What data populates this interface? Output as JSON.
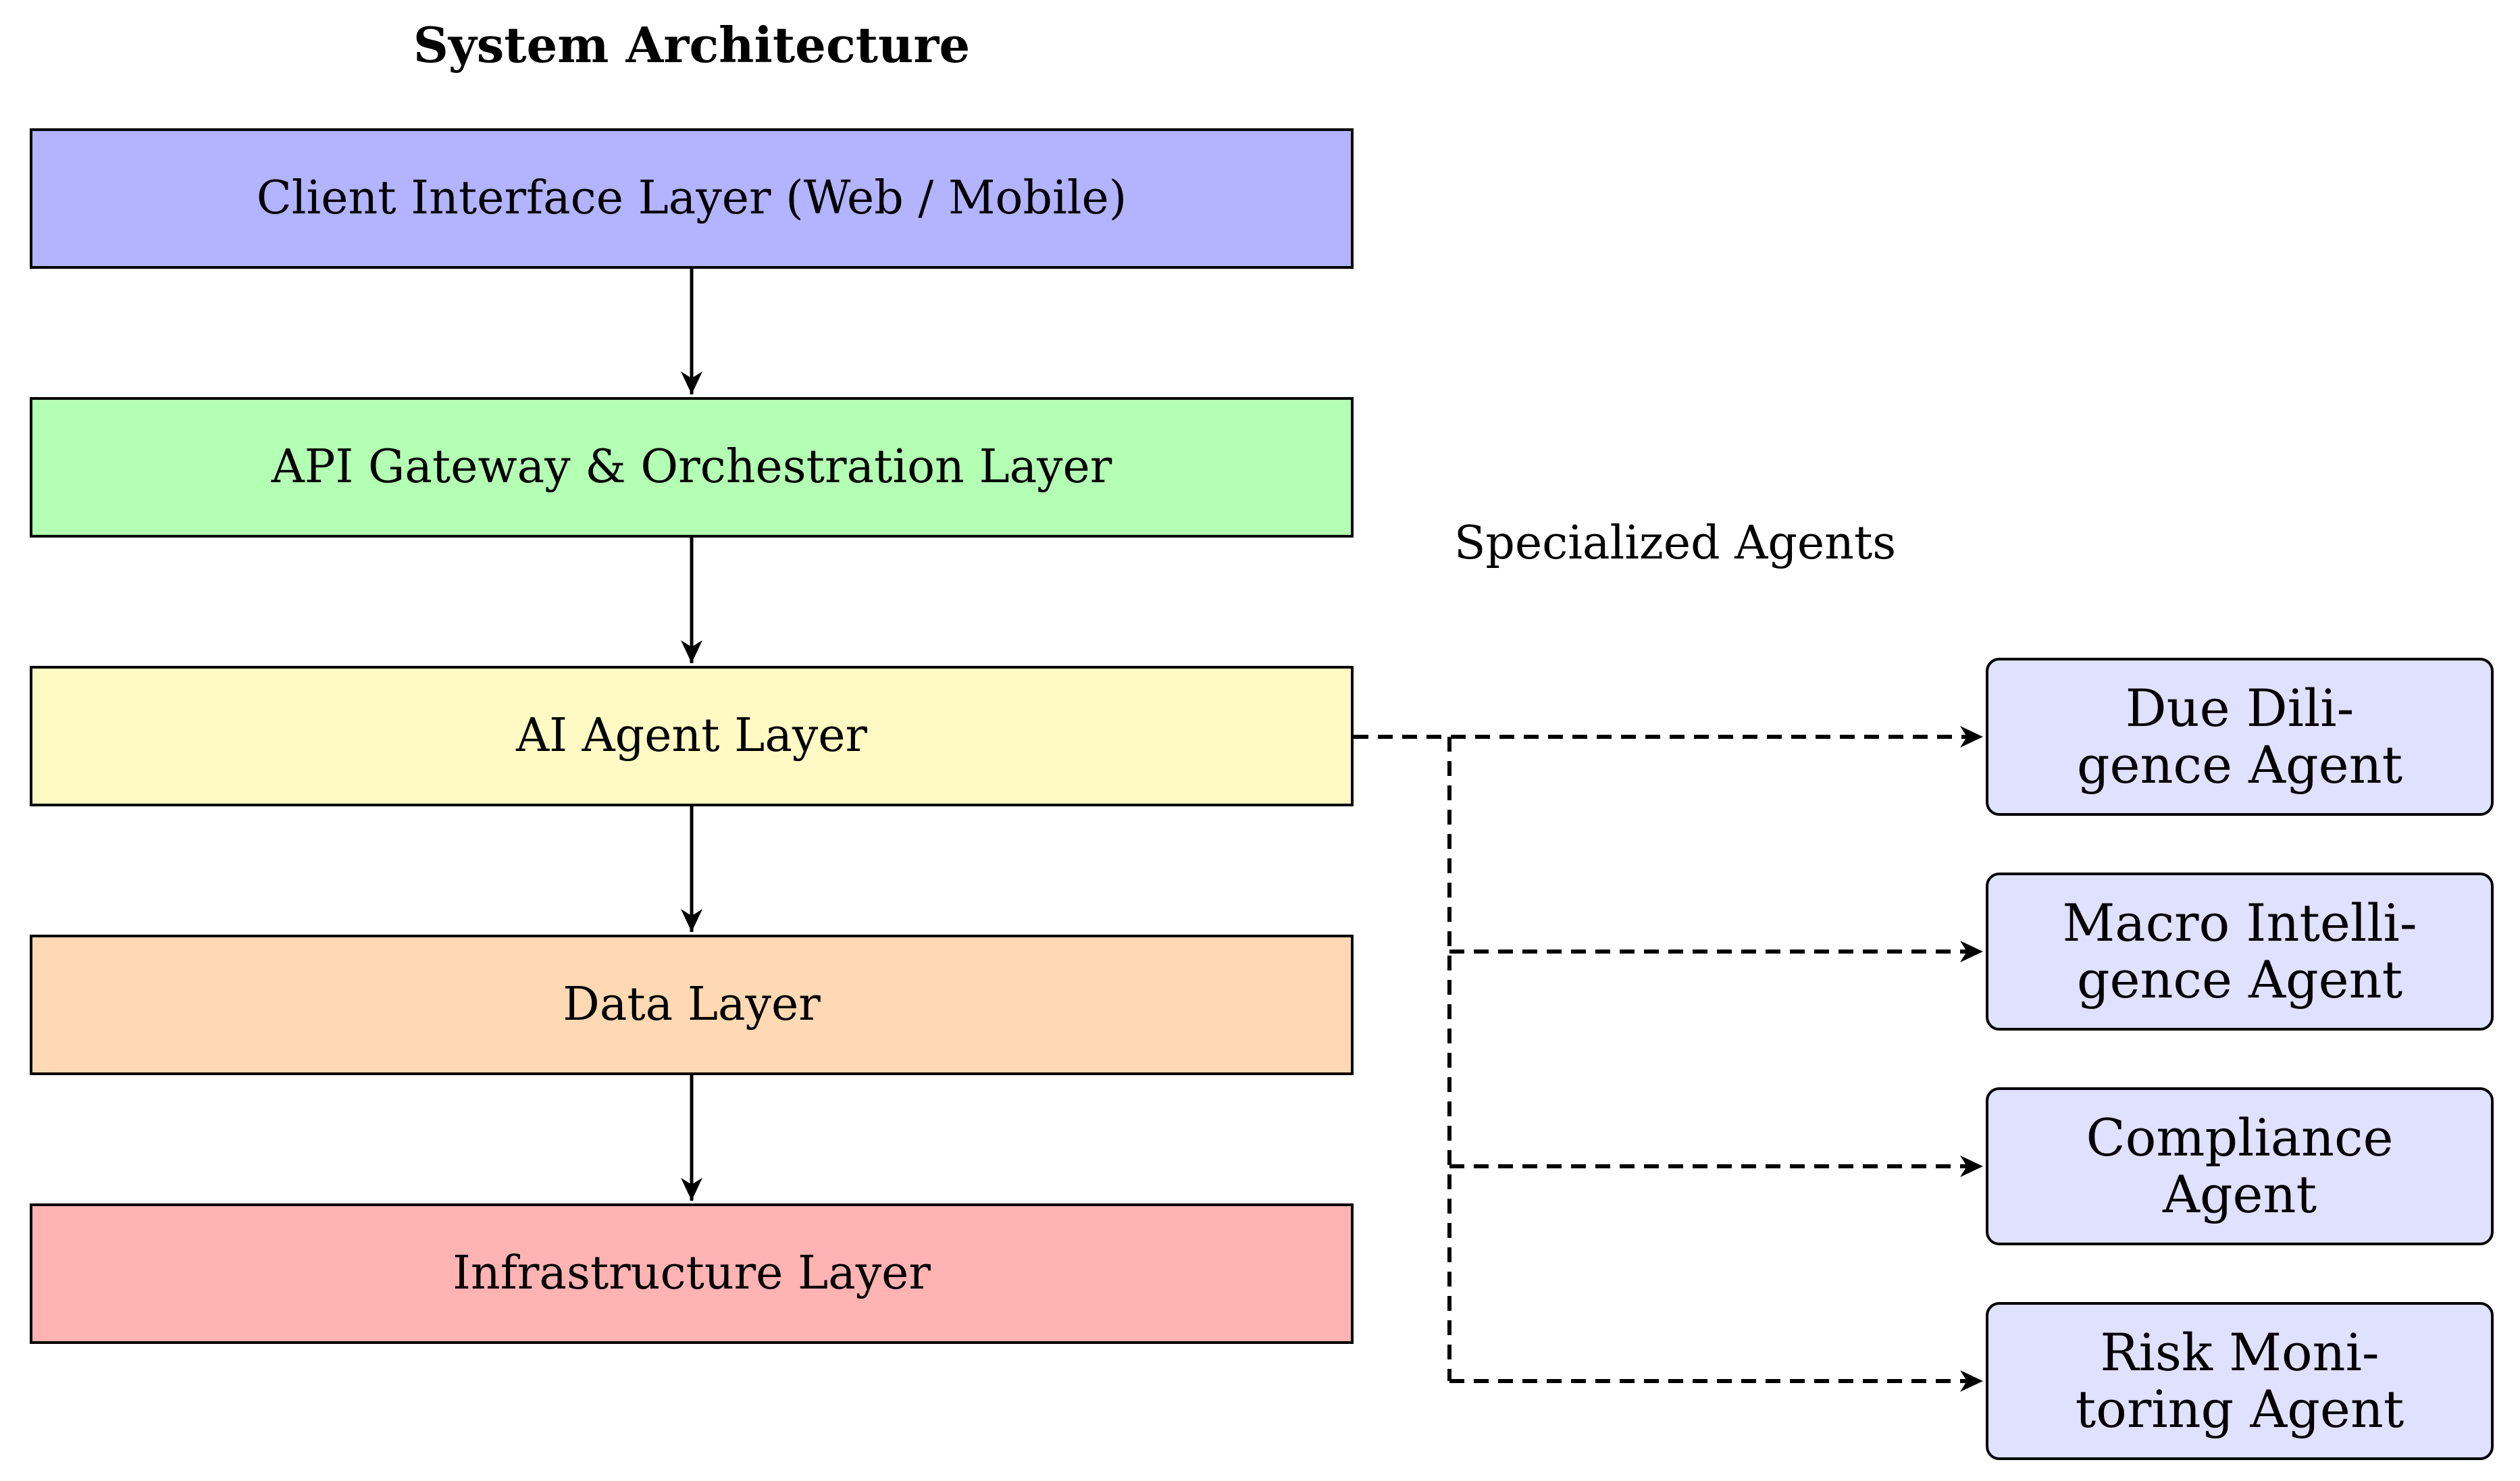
{
  "title": "System Architecture",
  "layers": [
    {
      "label": "Client Interface Layer (Web / Mobile)",
      "color": "#b3b3ff"
    },
    {
      "label": "API Gateway & Orchestration Layer",
      "color": "#b3ffb3"
    },
    {
      "label": "AI Agent Layer",
      "color": "#fffac4"
    },
    {
      "label": "Data Layer",
      "color": "#ffd9b3"
    },
    {
      "label": "Infrastructure Layer",
      "color": "#ffb3b3"
    }
  ],
  "agents_group_label": "Specialized Agents",
  "agents": [
    {
      "lines": [
        "Due Dili-",
        "gence Agent"
      ]
    },
    {
      "lines": [
        "Macro Intelli-",
        "gence Agent"
      ]
    },
    {
      "lines": [
        "Compliance Agent"
      ]
    },
    {
      "lines": [
        "Risk Moni-",
        "toring Agent"
      ]
    }
  ],
  "agent_color": "#e0e0ff",
  "line_color": "#000000"
}
